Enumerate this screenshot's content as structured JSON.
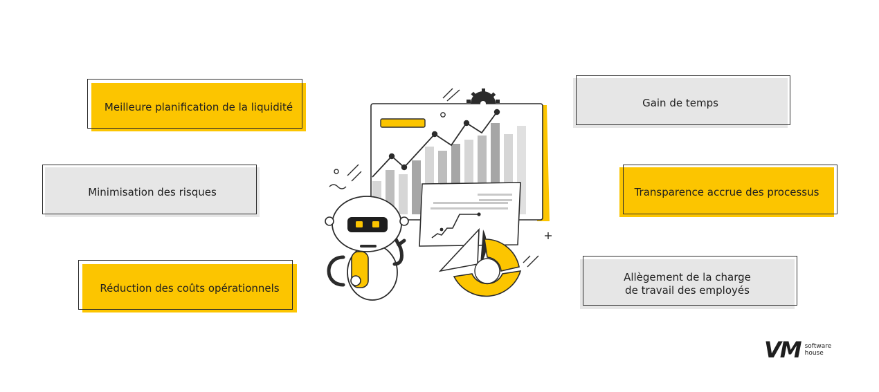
{
  "benefits": {
    "b1": "Meilleure planification de la liquidité",
    "b2": "Minimisation des risques",
    "b3": "Réduction des coûts opérationnels",
    "b4": "Gain de temps",
    "b5": "Transparence accrue des processus",
    "b6_line1": "Allègement de la charge",
    "b6_line2": "de travail des employés"
  },
  "logo": {
    "mark": "VM",
    "sub_line1": "software",
    "sub_line2": "house"
  },
  "colors": {
    "accent": "#fcc500",
    "neutral": "#e6e6e6",
    "ink": "#1e1e1e"
  },
  "illustration": {
    "subject": "robot-with-charts"
  }
}
